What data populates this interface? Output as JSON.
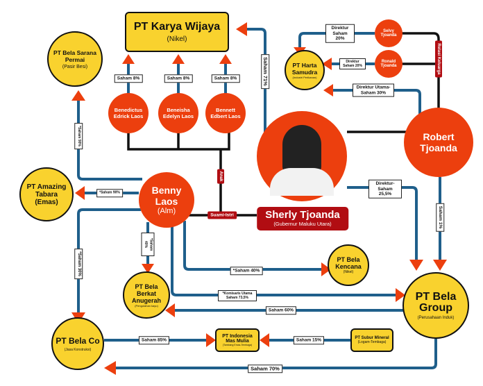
{
  "colors": {
    "line": "#1f5f8b",
    "arrow": "#ec3f0e",
    "company": "#f9d22e",
    "person": "#ec3f0e",
    "relation": "#b10d12"
  },
  "companies": {
    "karya_wijaya": {
      "name": "PT Karya Wijaya",
      "sector": "(Nikel)"
    },
    "sarana_permai": {
      "name": "PT Bela Sarana Permai",
      "sector": "(Pasir Besi)"
    },
    "harta_samudra": {
      "name": "PT Harta Samudra",
      "sector": "(Industri Perikanan)"
    },
    "amazing_tabara": {
      "name": "PT Amazing Tabara (Emas)"
    },
    "berkat_anugerah": {
      "name": "PT Bela Berkat Anugerah",
      "sector": "(Pengolahan kayu)"
    },
    "kencana": {
      "name": "PT Bela Kencana",
      "sector": "(Nikel)"
    },
    "bela_group": {
      "name": "PT Bela Group",
      "sector": "(Perusahaan Induk)"
    },
    "bela_co": {
      "name": "PT Bela Co",
      "sector": "(Jasa Konstruksi)"
    },
    "mas_mulia": {
      "name": "PT Indonesia Mas Mulia",
      "sector": "(Tambang Emas-Tembaga)"
    },
    "subur_mineral": {
      "name": "PT Subur Mineral",
      "sector": "(Logam-Tembaga)"
    }
  },
  "people": {
    "benedictus": "Benedictus Edrick Laos",
    "beneisha": "Beneisha Edelyn Laos",
    "bennett": "Bennett Edbert Laos",
    "selvy": "Selvy Tjoanda",
    "ronald": "Ronald Tjoanda",
    "robert": "Robert Tjoanda",
    "benny": {
      "name": "Benny Laos",
      "note": "(Alm)"
    },
    "sherly": {
      "name": "Sherly Tjoanda",
      "title": "(Gubernur Maluku Utara)"
    }
  },
  "relations": {
    "family": "Relasi Keluarga",
    "child": "Anak",
    "spouse": "Suami-Istri"
  },
  "edges": {
    "benedictus_kw": "Saham 8%",
    "beneisha_kw": "Saham 8%",
    "bennett_kw": "Saham 8%",
    "sherly_kw": "Saham 71%",
    "selvy_hs": "Direktur Saham 20%",
    "ronald_hs": "Direktur Saham 20%",
    "robert_hs": "Direktur Utama- Saham 30%",
    "sherly_bg": "Direktur- Saham 25,5%",
    "robert_bg": "Saham 1%",
    "benny_sp": "*Saham 90%",
    "benny_at": "*Saham 90%",
    "benny_bc": "*Saham 30%",
    "benny_ba": "*Saham 40%",
    "benny_kc": "*Saham 40%",
    "benny_bg": "*Komisaris Utama Saham 73,5%",
    "bg_ba": "Saham 60%",
    "bc_mm": "Saham 85%",
    "sm_mm": "Saham 15%",
    "bg_bc": "Saham 70%"
  }
}
